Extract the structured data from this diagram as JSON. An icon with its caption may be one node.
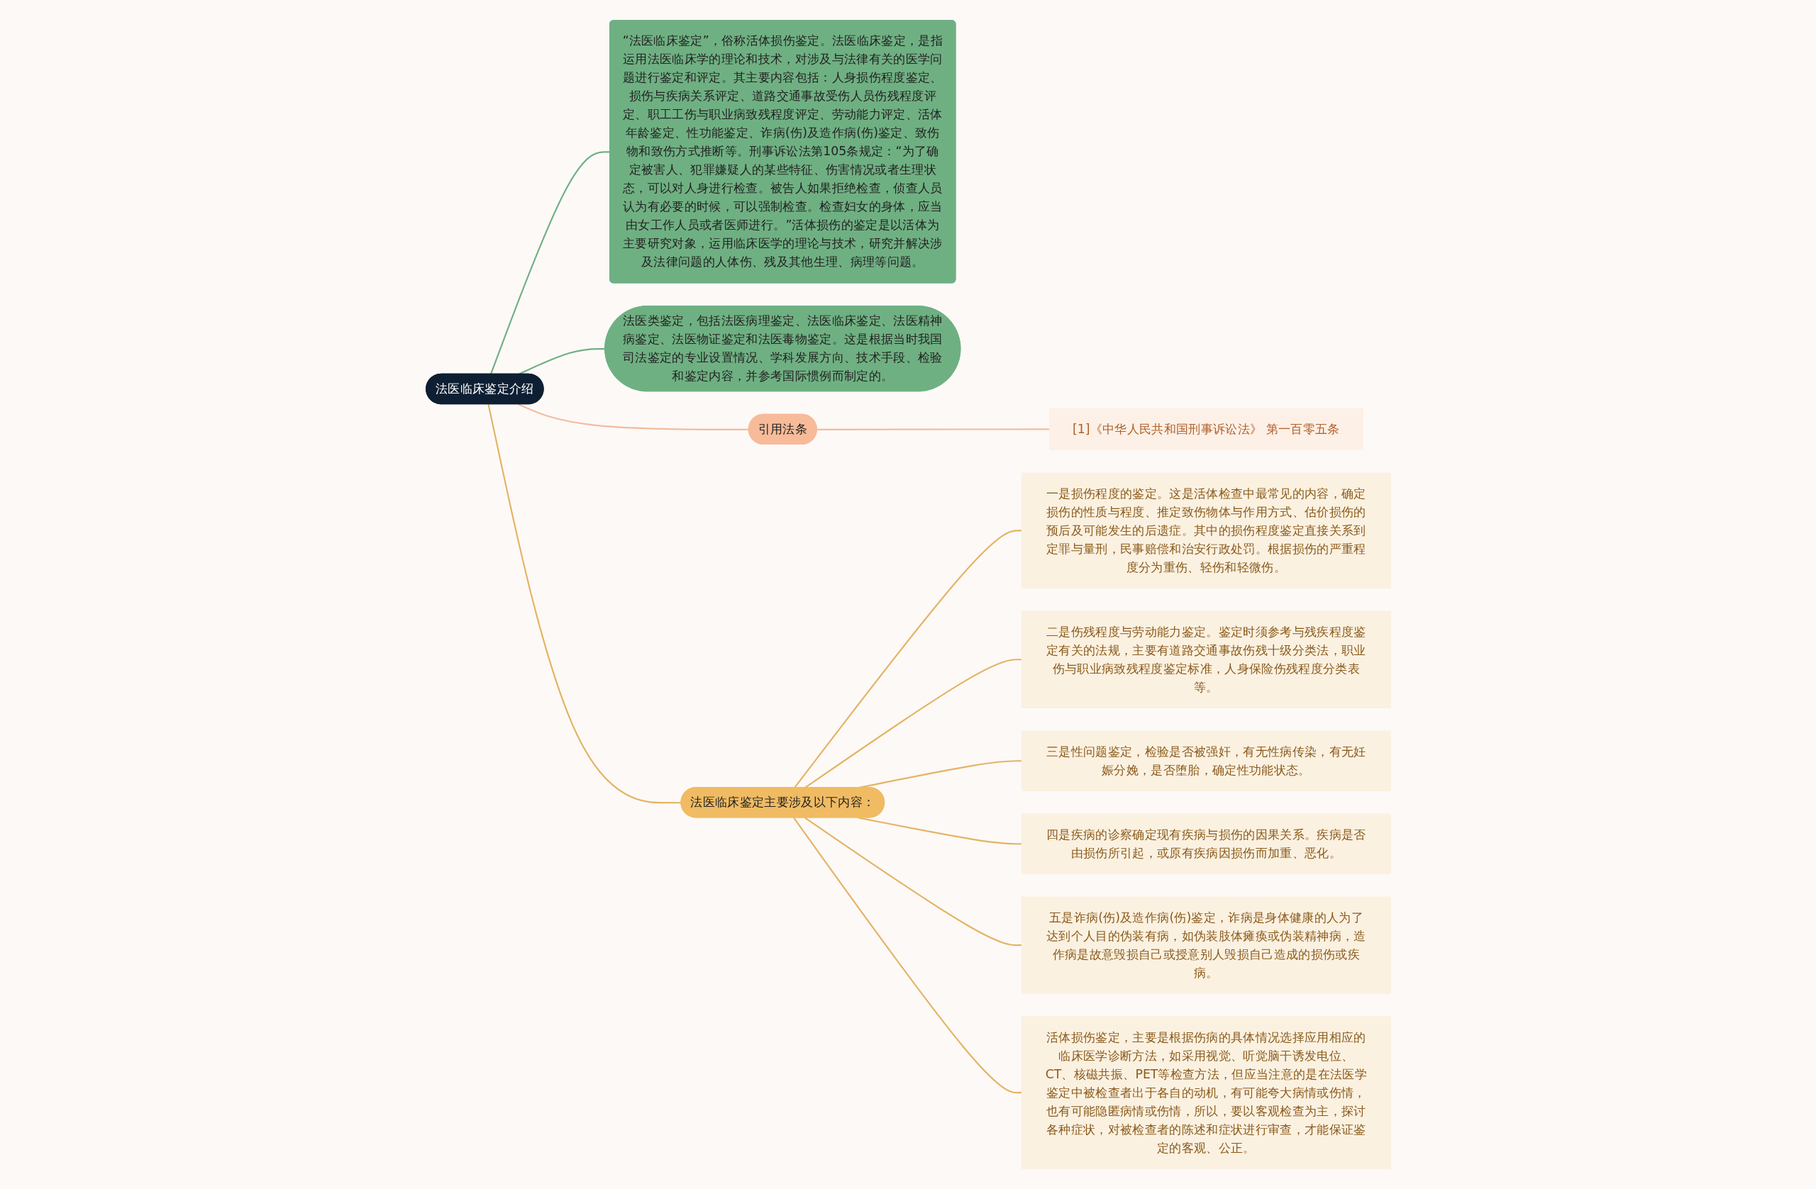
{
  "diagram": {
    "nodes": [
      {
        "text": [
          "法医临床鉴定介绍"
        ]
      },
      {
        "text": [
          "“法医临床鉴定”，俗称活体损伤鉴定。法医临床鉴定，是指运用法医临床学的理论和技术，对涉及与法律有关的医学问题进行鉴定和评定。其主要内容包括：人身损伤程度鉴定、损伤与疾病关系评定、道路交通事故受伤人员伤残程度评定、职工工伤与职业病致残程度评定、劳动能力评定、活体年龄鉴定、性功能鉴定、诈病(伤)及造作病(伤)鉴定、致伤物和致伤方式推断等。刑事诉讼法第105条规定：“为了确定被害人、犯罪嫌疑人的某些特征、伤害情况或者生理状态，可以对人身进行检查。被告人如果拒绝检查，侦查人员认为有必要的时候，可以强制检查。检查妇女的身体，应当由女工作人员或者医师进行。”活体损伤的鉴定是以活体为主要研究对象，运用临床医学的理论与技术，研究并解决涉及法律问题的人体伤、残及其他生理、病理等问题。"
        ]
      },
      {
        "text": [
          "法医类鉴定，包括法医病理鉴定、法医临床鉴定、法医精神病鉴定、法医物证鉴定和法医毒物鉴定。这是根据当时我国司法鉴定的专业设置情况、学科发展方向、技术手段、检验和鉴定内容，并参考国际惯例而制定的。"
        ]
      },
      {
        "text": [
          "引用法条"
        ]
      },
      {
        "text": [
          "[1]《中华人民共和国刑事诉讼法》 第一百零五条"
        ]
      },
      {
        "text": [
          "法医临床鉴定主要涉及以下内容："
        ]
      },
      {
        "text": [
          "一是损伤程度的鉴定。这是活体检查中最常见的内容，确定损伤的性质与程度、推定致伤物体与作用方式、估价损伤的预后及可能发生的后遗症。其中的损伤程度鉴定直接关系到定罪与量刑，民事赔偿和治安行政处罚。根据损伤的严重程度分为重伤、轻伤和轻微伤。"
        ]
      },
      {
        "text": [
          "二是伤残程度与劳动能力鉴定。鉴定时须参考与残疾程度鉴定有关的法规，主要有道路交通事故伤残十级分类法，职业伤与职业病致残程度鉴定标准，人身保险伤残程度分类表等。"
        ]
      },
      {
        "text": [
          "三是性问题鉴定，检验是否被强奸，有无性病传染，有无妊娠分娩，是否堕胎，确定性功能状态。"
        ]
      },
      {
        "text": [
          "四是疾病的诊察确定现有疾病与损伤的因果关系。疾病是否由损伤所引起，或原有疾病因损伤而加重、恶化。"
        ]
      },
      {
        "text": [
          "五是诈病(伤)及造作病(伤)鉴定，诈病是身体健康的人为了达到个人目的伪装有病，如伪装肢体瘫痪或伪装精神病，造作病是故意毁损自己或授意别人毁损自己造成的损伤或疾病。"
        ]
      },
      {
        "text": [
          "活体损伤鉴定，主要是根据伤病的具体情况选择应用相应的临床医学诊断方法，如采用视觉、听觉脑干诱发电位、CT、核磁共振、PET等检查方法，但应当注意的是在法医学鉴定中被检查者出于各自的动机，有可能夸大病情或伤情，也有可能隐匿病情或伤情，所以，要以客观检查为主，探讨各种症状，对被检查者的陈述和症状进行审查，才能保证鉴定的客观、公正。"
        ]
      }
    ],
    "edges": [
      {
        "from": 0,
        "to": 1,
        "arrow": "none",
        "color": "#6fb082"
      },
      {
        "from": 0,
        "to": 2,
        "arrow": "none",
        "color": "#6fb082"
      },
      {
        "from": 0,
        "to": 3,
        "arrow": "none",
        "color": "#f2bd9c"
      },
      {
        "from": 3,
        "to": 4,
        "arrow": "none",
        "color": "#f2bd9c"
      },
      {
        "from": 0,
        "to": 5,
        "arrow": "none"
      },
      {
        "from": 5,
        "to": 6,
        "arrow": "none"
      },
      {
        "from": 5,
        "to": 7,
        "arrow": "none"
      },
      {
        "from": 5,
        "to": 8,
        "arrow": "none"
      },
      {
        "from": 5,
        "to": 9,
        "arrow": "none"
      },
      {
        "from": 5,
        "to": 10,
        "arrow": "none"
      },
      {
        "from": 5,
        "to": 11,
        "arrow": "none"
      }
    ]
  }
}
